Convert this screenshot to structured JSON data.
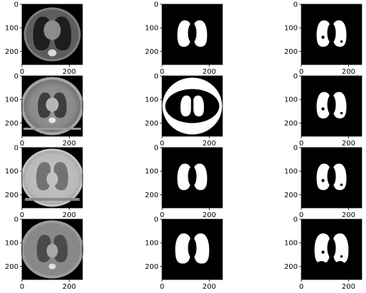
{
  "figure": {
    "rows": 4,
    "cols": 3,
    "columns": [
      "ct-slice",
      "ground-truth-mask",
      "predicted-mask"
    ],
    "y_ticks": [
      "0",
      "100",
      "200"
    ],
    "x_ticks": [
      "0",
      "200"
    ],
    "colors": {
      "background": "#ffffff",
      "mask_fg": "#ffffff",
      "mask_bg": "#000000",
      "axis": "#000000"
    }
  }
}
